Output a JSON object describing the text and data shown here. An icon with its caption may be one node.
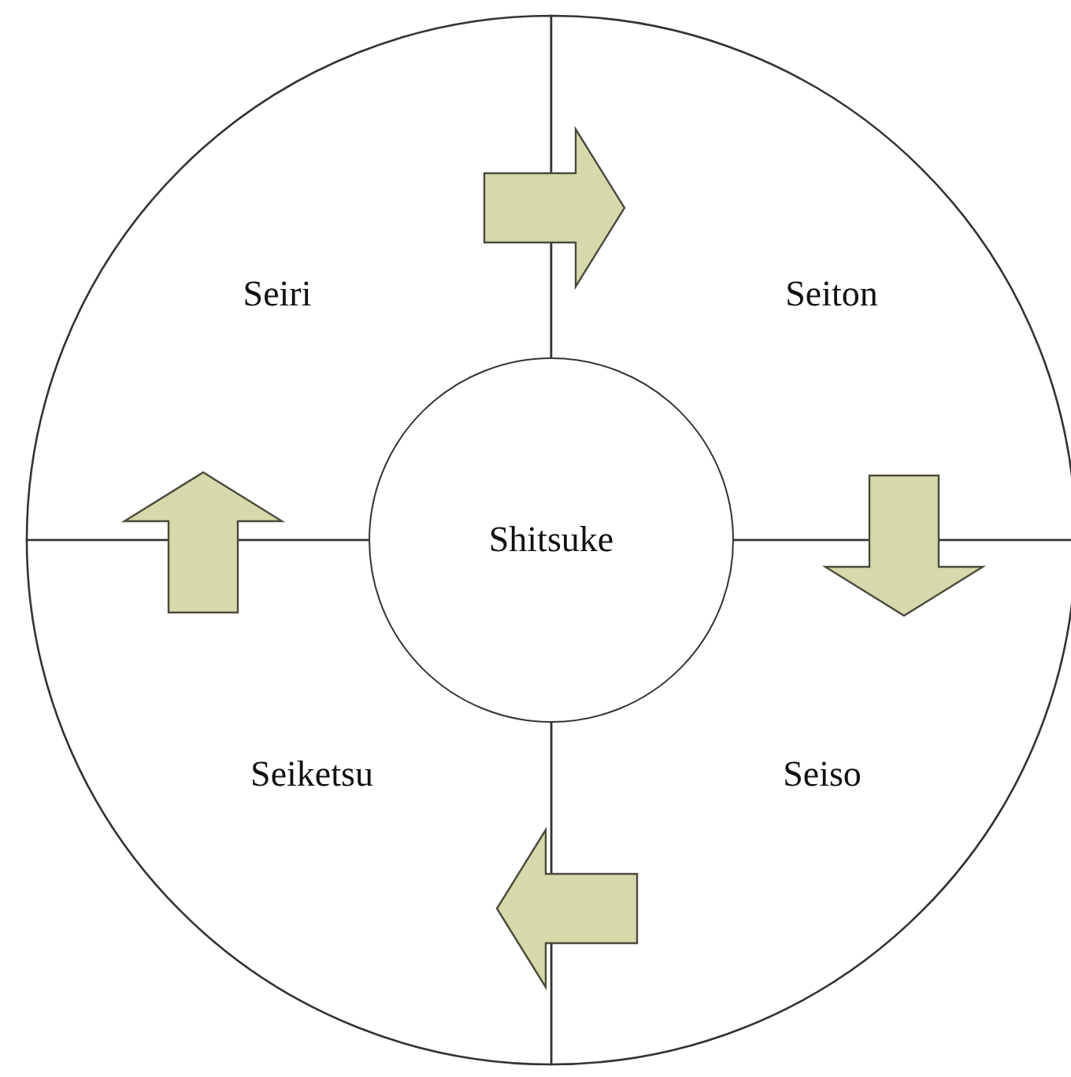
{
  "diagram": {
    "nodes": [
      {
        "text": [
          "Seiri"
        ]
      },
      {
        "text": [
          "Seiton"
        ]
      },
      {
        "text": [
          "Seiso"
        ]
      },
      {
        "text": [
          "Seiketsu"
        ]
      },
      {
        "text": [
          "Shitsuke"
        ]
      }
    ],
    "edges": [
      {
        "from": 0,
        "to": 1,
        "arrow": "to"
      },
      {
        "from": 1,
        "to": 2,
        "arrow": "to"
      },
      {
        "from": 2,
        "to": 3,
        "arrow": "to"
      },
      {
        "from": 3,
        "to": 0,
        "arrow": "to"
      }
    ]
  }
}
